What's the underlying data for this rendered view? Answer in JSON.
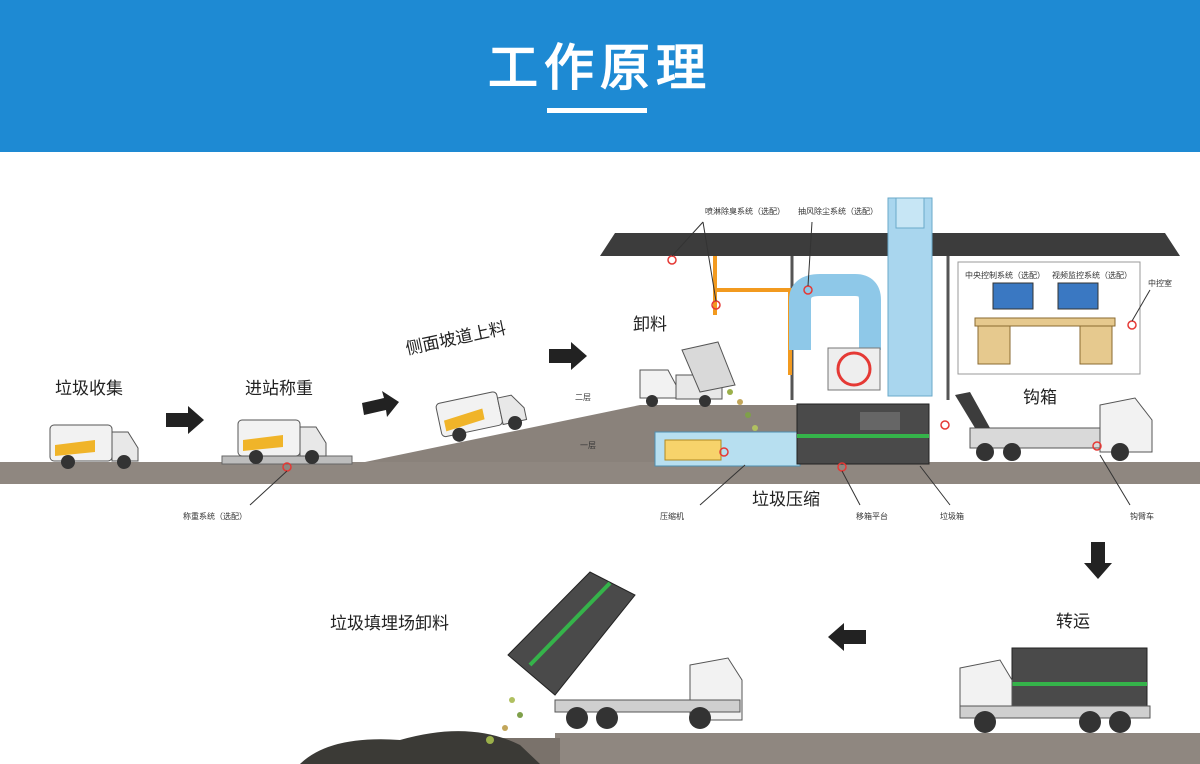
{
  "header": {
    "title": "工作原理"
  },
  "stages": {
    "collect": "垃圾收集",
    "weigh": "进站称重",
    "ramp": "侧面坡道上料",
    "unload": "卸料",
    "compress": "垃圾压缩",
    "hook": "钩箱",
    "transfer": "转运",
    "landfill": "垃圾填埋场卸料"
  },
  "callouts": {
    "weighbridge": "称重系统（选配）",
    "spray": "喷淋除臭系统（选配）",
    "dust": "抽风除尘系统（选配）",
    "compactor": "压缩机",
    "shift_platform": "移箱平台",
    "garbage_box": "垃圾箱",
    "hook_truck": "钩臂车",
    "control_room": "中控室",
    "monitor1": "中央控制系统（选配）",
    "monitor2": "视频监控系统（选配）",
    "floor2": "二层",
    "floor1": "一层"
  },
  "colors": {
    "header": "#1e8ad3",
    "ground": "#8f8780",
    "ground_dark": "#6e6660",
    "roof": "#3c3c3c",
    "pipe": "#8ec8e8",
    "compactor_box": "#4a4a4a",
    "stripe": "#35b34a",
    "orange_pipe": "#f29a1f",
    "callout_red": "#e53935"
  }
}
